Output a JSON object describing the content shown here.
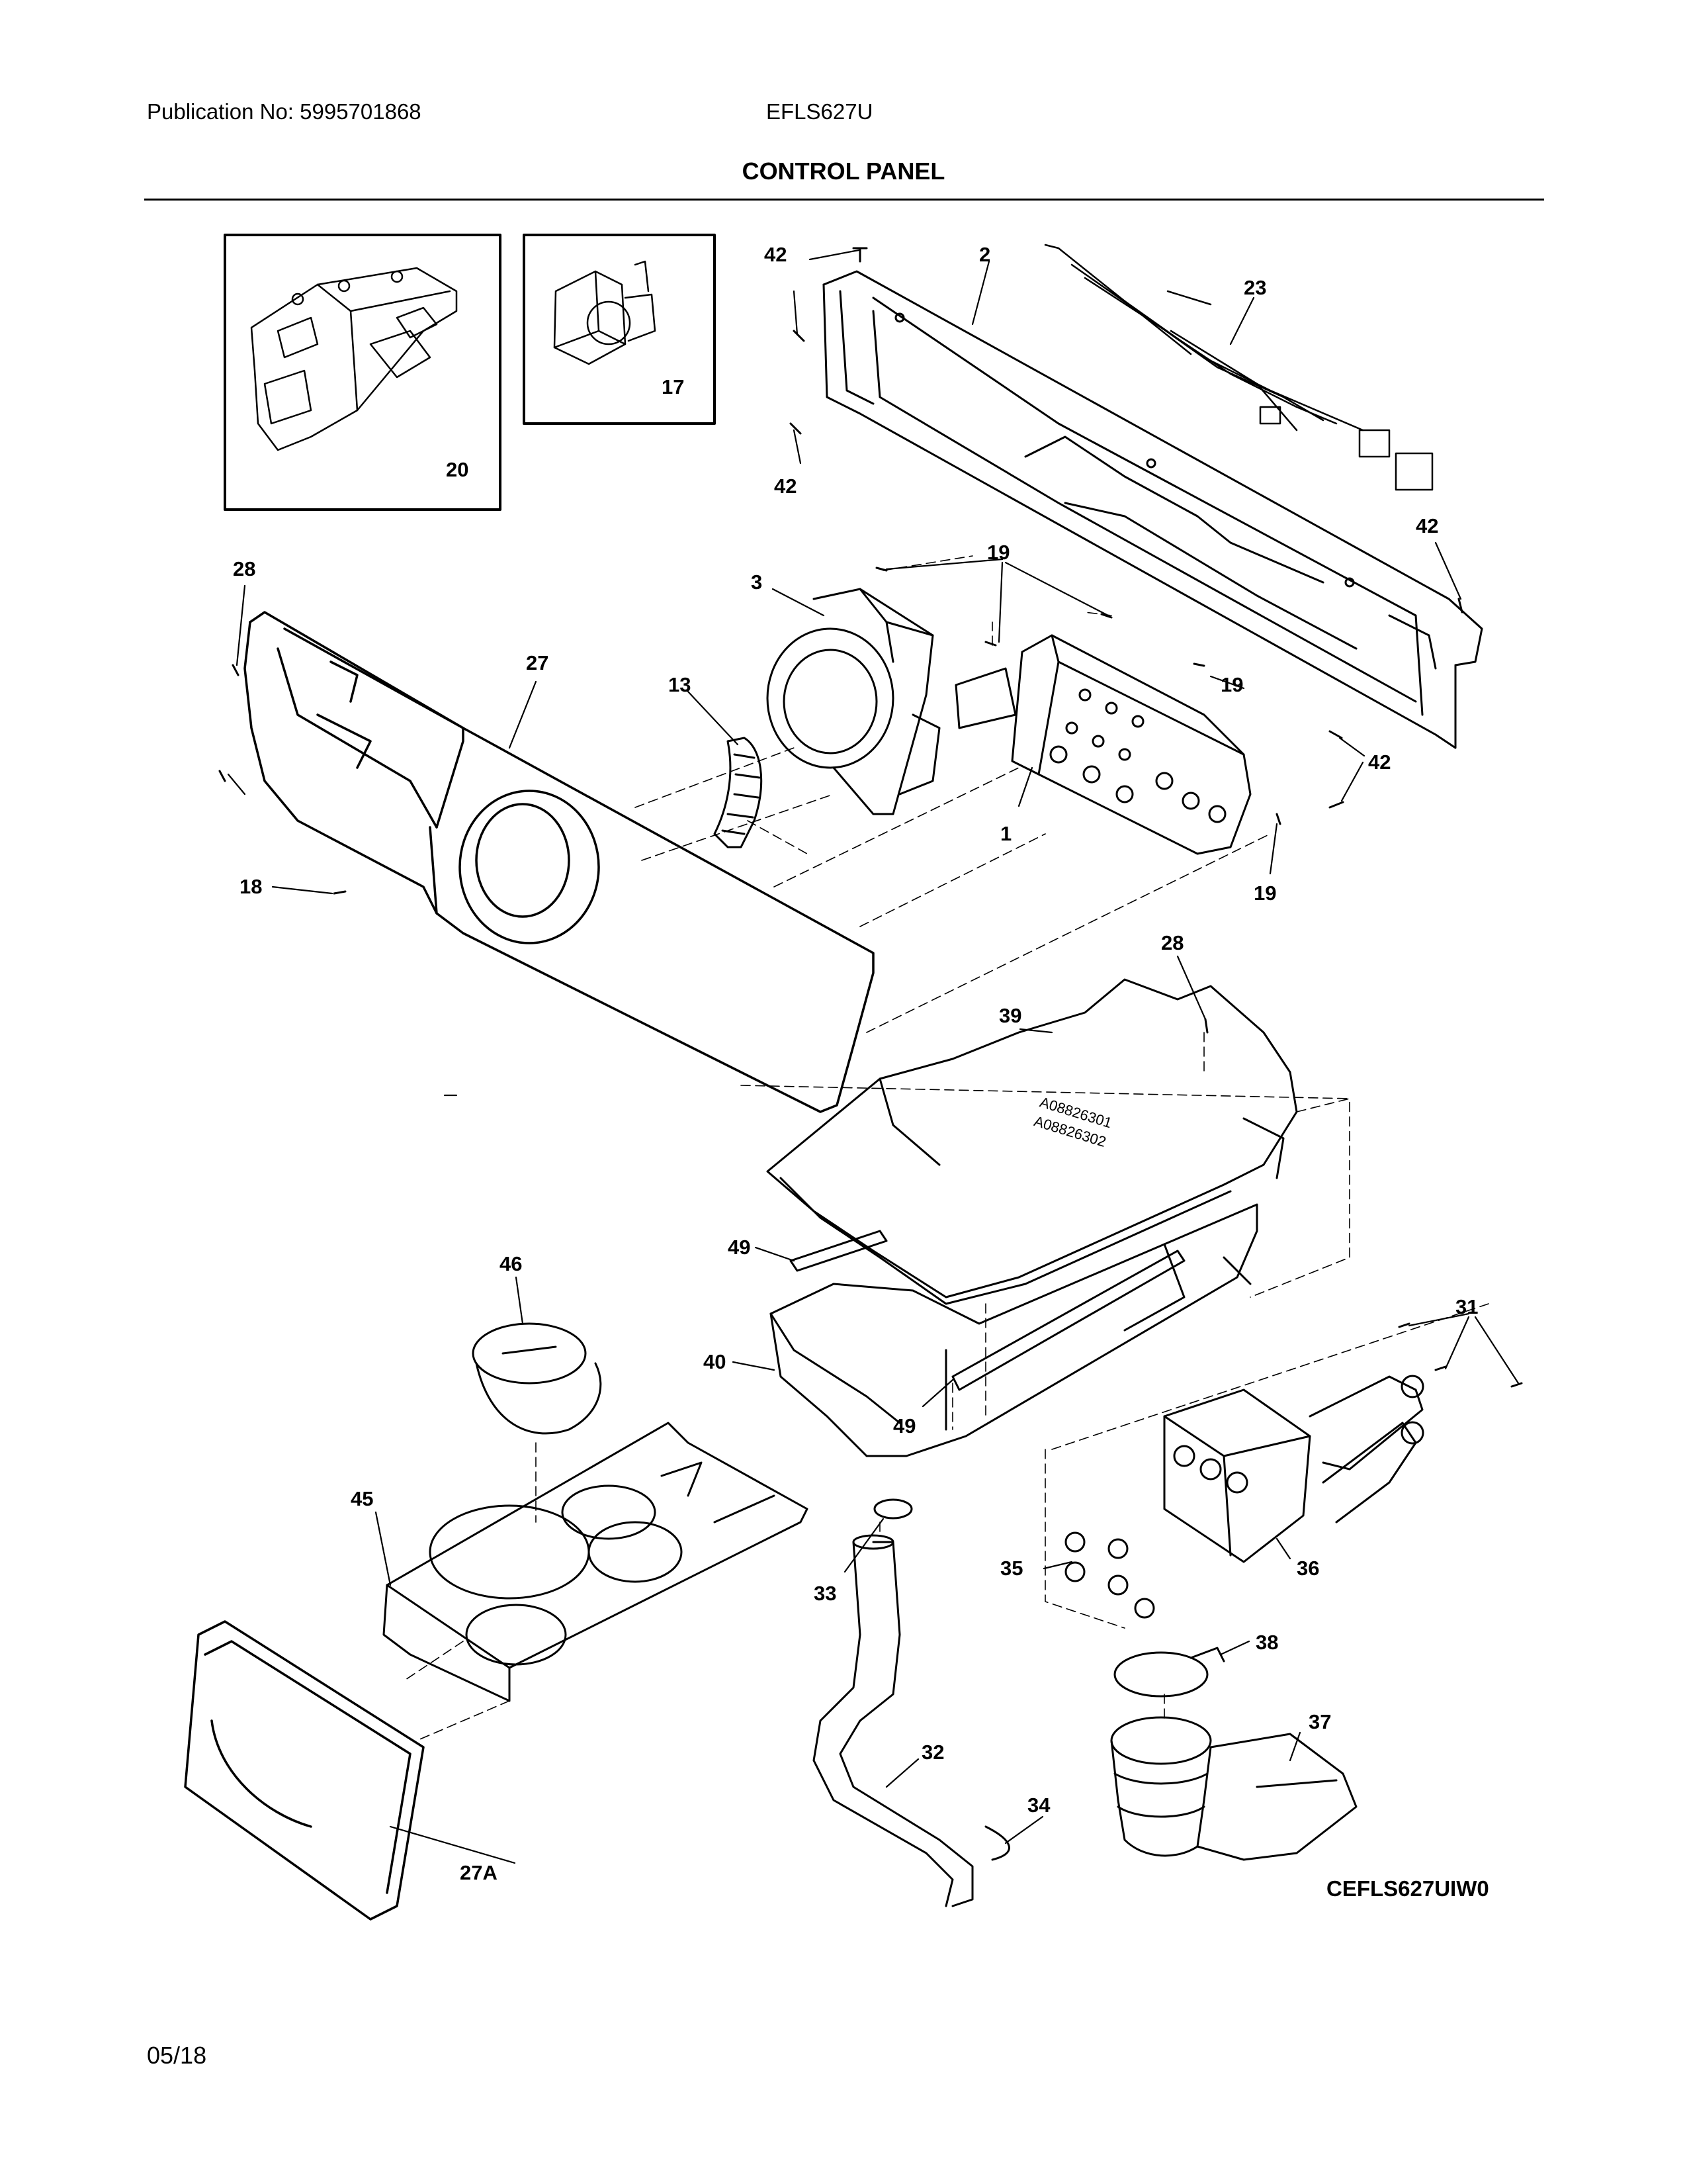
{
  "header": {
    "publication": "Publication No: 5995701868",
    "model": "EFLS627U",
    "section_title": "CONTROL PANEL"
  },
  "footer": {
    "diagram_code": "CEFLS627UIW0",
    "date": "05/18"
  },
  "part_callouts": [
    "42",
    "2",
    "23",
    "42",
    "42",
    "28",
    "27",
    "19",
    "3",
    "13",
    "19",
    "42",
    "1",
    "18",
    "19",
    "28",
    "39",
    "49",
    "40",
    "49",
    "46",
    "45",
    "31",
    "35",
    "36",
    "33",
    "38",
    "37",
    "32",
    "34",
    "27A",
    "20",
    "17"
  ],
  "inset_labels": {
    "inset_20": "20",
    "inset_17": "17"
  },
  "stamp_lines": [
    "A08826301",
    "A08826302"
  ]
}
